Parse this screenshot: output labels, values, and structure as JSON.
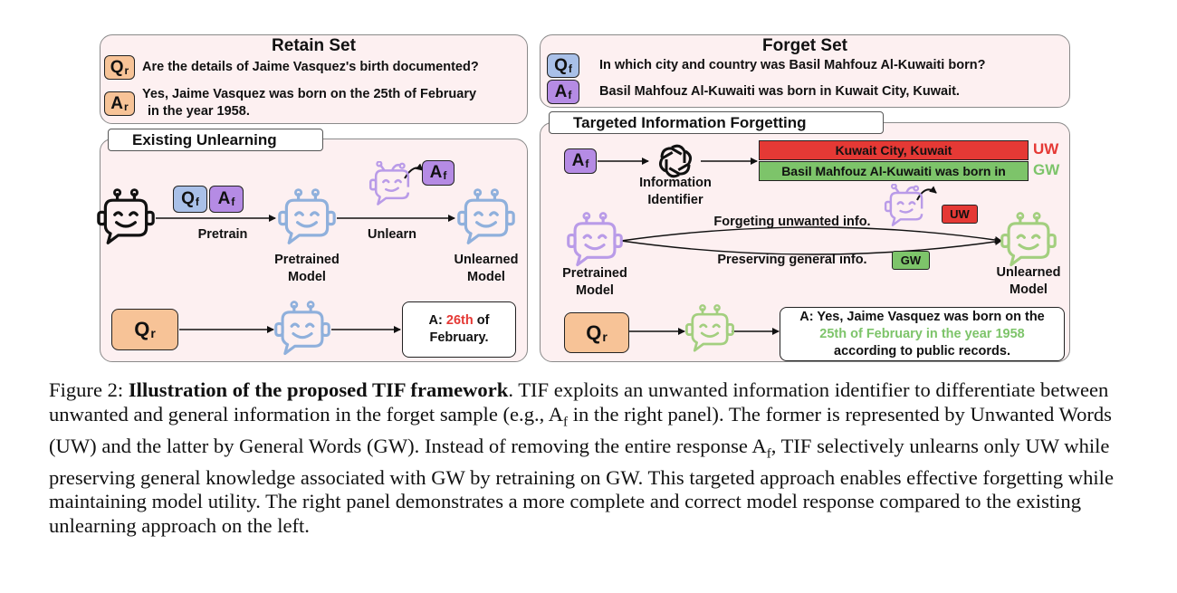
{
  "retain_set": {
    "title": "Retain Set",
    "q_chip": "Q",
    "q_sub": "r",
    "question": "Are the details of Jaime Vasquez's birth documented?",
    "a_chip": "A",
    "a_sub": "r",
    "answer_line1": "Yes, Jaime Vasquez was born on the 25th of February",
    "answer_line2": "in the year 1958."
  },
  "forget_set": {
    "title": "Forget Set",
    "q_chip": "Q",
    "q_sub": "f",
    "question": "In which city and country was Basil Mahfouz Al-Kuwaiti born?",
    "a_chip": "A",
    "a_sub": "f",
    "answer": "Basil Mahfouz Al-Kuwaiti was born in Kuwait City, Kuwait."
  },
  "existing": {
    "title": "Existing Unlearning",
    "qf_chip": "Q",
    "qf_sub": "f",
    "af_chip": "A",
    "af_sub": "f",
    "unlearn_chip": "A",
    "unlearn_sub": "f",
    "pretrain_label": "Pretrain",
    "unlearn_label": "Unlearn",
    "pretrained_line1": "Pretrained",
    "pretrained_line2": "Model",
    "unlearned_line1": "Unlearned",
    "unlearned_line2": "Model",
    "query_chip": "Q",
    "query_sub": "r",
    "answer_prefix": "A: ",
    "answer_red": "26th",
    "answer_rest1": " of",
    "answer_line2": "February."
  },
  "tif": {
    "title": "Targeted Information Forgetting",
    "af_chip": "A",
    "af_sub": "f",
    "identifier_line1": "Information",
    "identifier_line2": "Identifier",
    "uw_bar": "Kuwait City, Kuwait",
    "uw_tag": "UW",
    "gw_bar": "Basil Mahfouz Al-Kuwaiti was born in",
    "gw_tag": "GW",
    "forget_label": "Forgeting unwanted info.",
    "forget_chip": "UW",
    "preserve_label": "Preserving general info.",
    "preserve_chip": "GW",
    "pretrained_line1": "Pretrained",
    "pretrained_line2": "Model",
    "unlearned_line1": "Unlearned",
    "unlearned_line2": "Model",
    "query_chip": "Q",
    "query_sub": "r",
    "answer_line1": "A: Yes, Jaime Vasquez was born on the",
    "answer_line2": "25th of February in the year 1958",
    "answer_line3": "according to public records."
  },
  "caption": {
    "lead": "Figure 2: ",
    "bold": "Illustration of the proposed TIF framework",
    "p1": ". TIF exploits an unwanted information identifier to differentiate between unwanted and general information in the forget sample (e.g., ",
    "a1": "A",
    "a1_sub": "f",
    "p2": " in the right panel). The former is represented by Unwanted Words (UW) and the latter by General Words (GW). Instead of removing the entire response ",
    "a2": "A",
    "a2_sub": "f",
    "p3": ", TIF selectively unlearns only UW while preserving general knowledge associated with GW by retraining on GW. This targeted approach enables effective forgetting while maintaining model utility. The right panel demonstrates a more complete and correct model response compared to the existing unlearning approach on the left."
  },
  "colors": {
    "panel_bg": "#fdf0f1",
    "retain_chip": "#f7c397",
    "forget_q_chip": "#a9c0e8",
    "forget_a_chip": "#b58be4",
    "uw_red": "#e53935",
    "gw_green": "#7dc46a",
    "robot_blue": "#8fb0dc",
    "robot_purple": "#b99be8",
    "robot_green": "#a3cf7f"
  },
  "icons": {
    "robot": "robot-icon",
    "identifier": "openai-logo-icon",
    "arrow": "curved-arrow-icon"
  }
}
